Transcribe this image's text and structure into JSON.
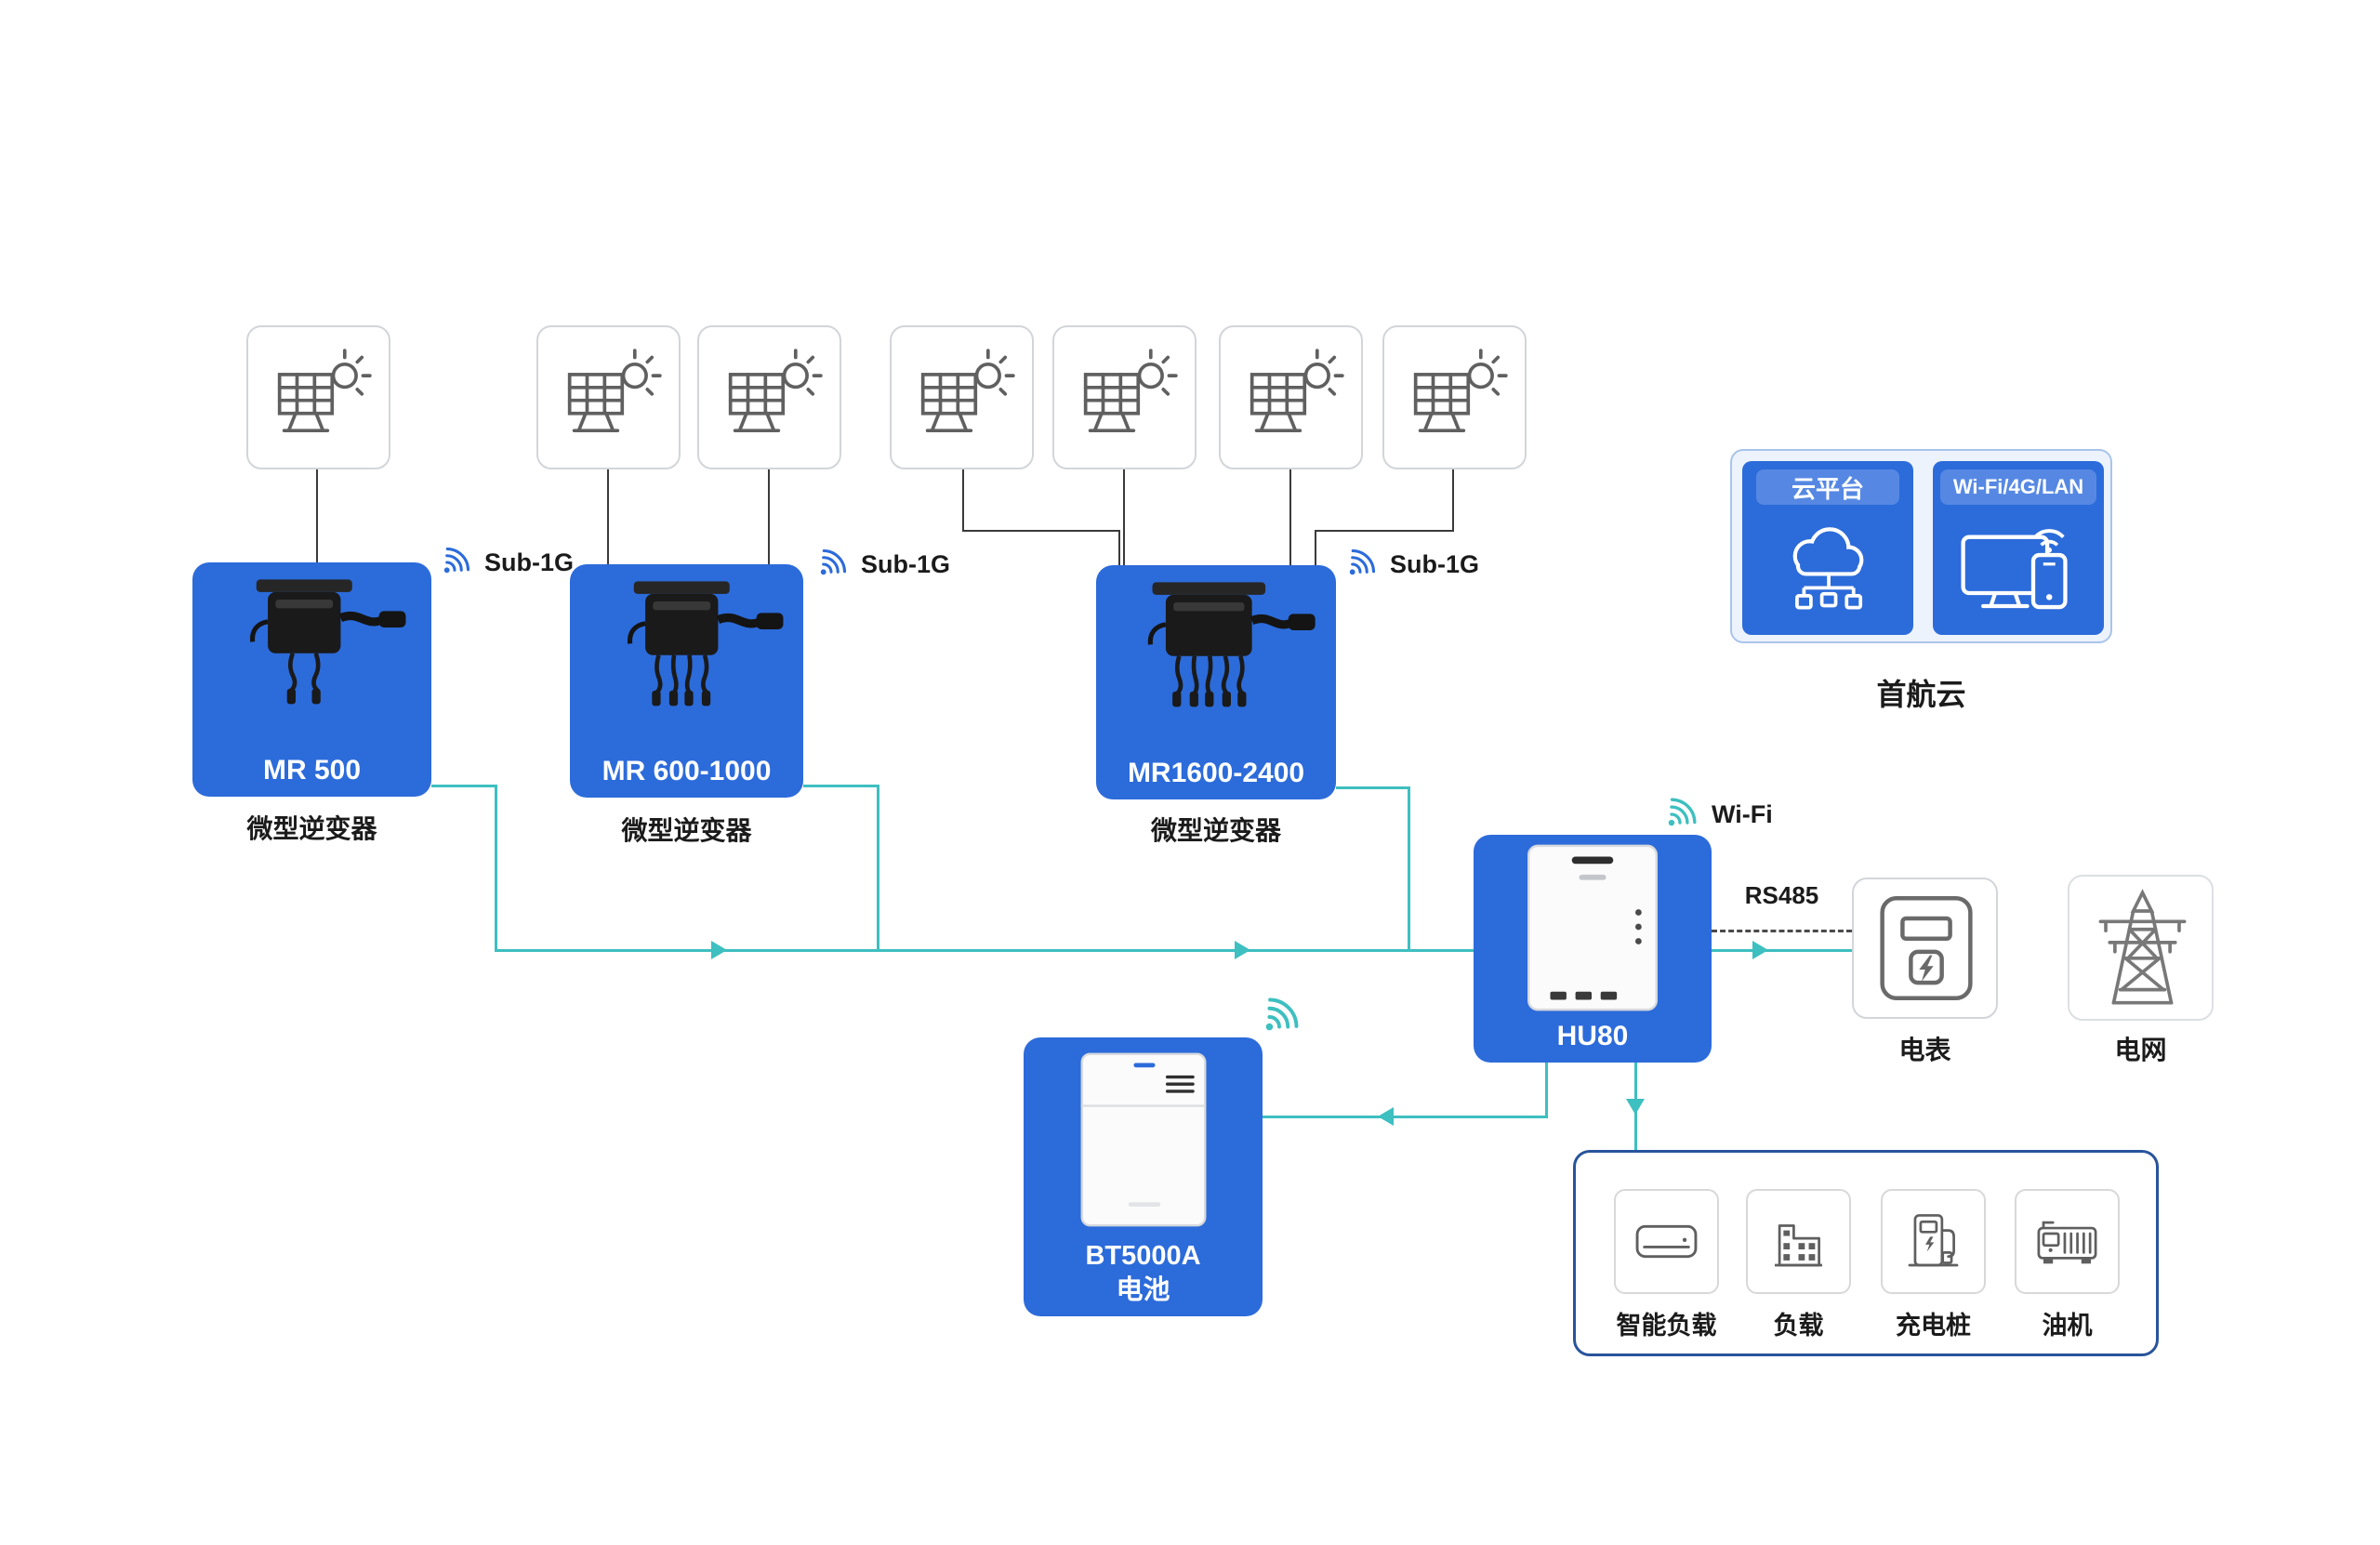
{
  "colors": {
    "brand_blue": "#2c6bda",
    "light_blue": "#5688e3",
    "teal": "#3ebfc0",
    "text_dark": "#1b1b1b"
  },
  "inverters": [
    {
      "model": "MR 500",
      "type": "微型逆变器",
      "radio": "Sub-1G"
    },
    {
      "model": "MR 600-1000",
      "type": "微型逆变器",
      "radio": "Sub-1G"
    },
    {
      "model": "MR1600-2400",
      "type": "微型逆变器",
      "radio": "Sub-1G"
    }
  ],
  "cloud": {
    "platform": "云平台",
    "connectivity": "Wi-Fi/4G/LAN",
    "name": "首航云"
  },
  "hub": {
    "model": "HU80",
    "radio": "Wi-Fi",
    "meter_link": "RS485"
  },
  "battery": {
    "model": "BT5000A",
    "type": "电池"
  },
  "meter": {
    "label": "电表"
  },
  "grid": {
    "label": "电网"
  },
  "loads": [
    {
      "label": "智能负载"
    },
    {
      "label": "负载"
    },
    {
      "label": "充电桩"
    },
    {
      "label": "油机"
    }
  ]
}
